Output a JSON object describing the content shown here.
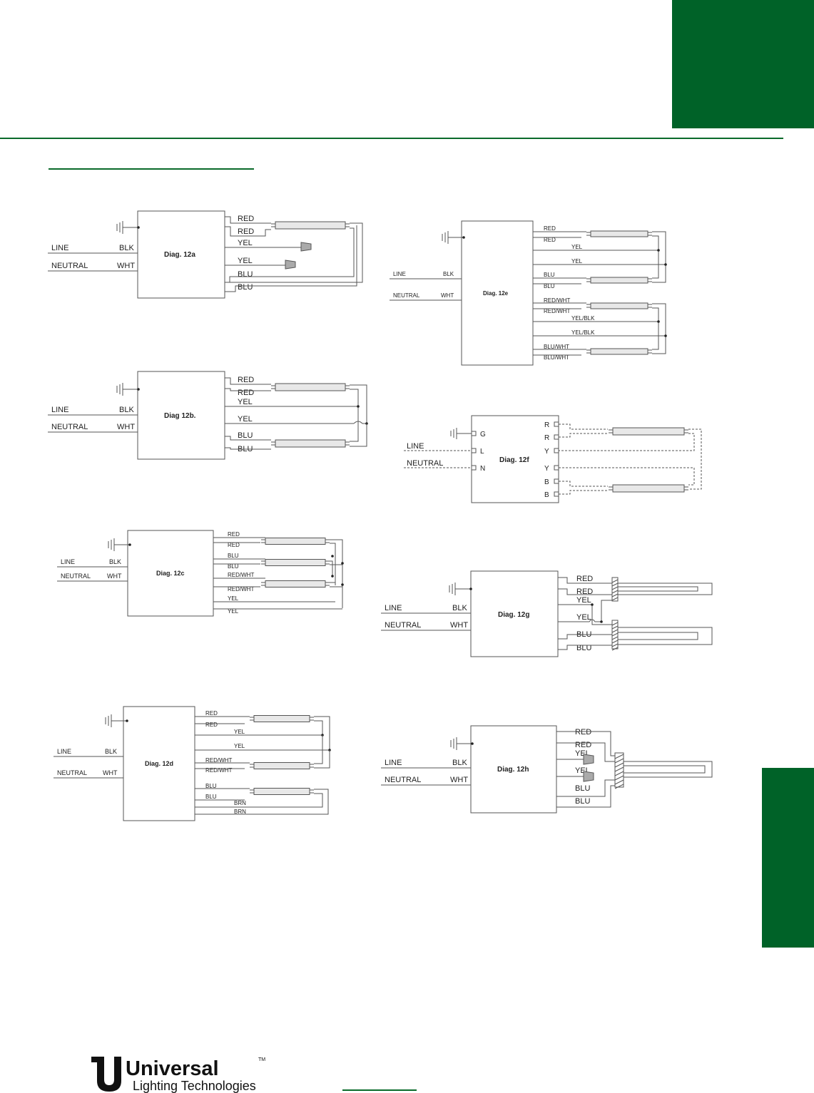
{
  "colors": {
    "brand_green": "#006228",
    "rule_green": "#0a6a2a",
    "wire": "#555555",
    "box": "#555555",
    "tube_fill": "#e8e8e8",
    "socket_fill": "#aaaaaa"
  },
  "diagrams": [
    {
      "id": "12a",
      "title": "Diag. 12a",
      "inputs": [
        "LINE",
        "NEUTRAL"
      ],
      "input_colors": [
        "BLK",
        "WHT"
      ],
      "outputs": [
        "RED",
        "RED",
        "YEL",
        "YEL",
        "BLU",
        "BLU"
      ]
    },
    {
      "id": "12b",
      "title": "Diag 12b.",
      "inputs": [
        "LINE",
        "NEUTRAL"
      ],
      "input_colors": [
        "BLK",
        "WHT"
      ],
      "outputs": [
        "RED",
        "RED",
        "YEL",
        "YEL",
        "BLU",
        "BLU"
      ]
    },
    {
      "id": "12c",
      "title": "Diag. 12c",
      "inputs": [
        "LINE",
        "NEUTRAL"
      ],
      "input_colors": [
        "BLK",
        "WHT"
      ],
      "outputs": [
        "RED",
        "RED",
        "BLU",
        "BLU",
        "RED/WHT",
        "RED/WHT",
        "YEL",
        "YEL"
      ]
    },
    {
      "id": "12d",
      "title": "Diag. 12d",
      "inputs": [
        "LINE",
        "NEUTRAL"
      ],
      "input_colors": [
        "BLK",
        "WHT"
      ],
      "outputs": [
        "RED",
        "RED",
        "YEL",
        "YEL",
        "RED/WHT",
        "RED/WHT",
        "BLU",
        "BLU",
        "BRN",
        "BRN"
      ]
    },
    {
      "id": "12e",
      "title": "Diag. 12e",
      "inputs": [
        "LINE",
        "NEUTRAL"
      ],
      "input_colors": [
        "BLK",
        "WHT"
      ],
      "outputs": [
        "RED",
        "RED",
        "YEL",
        "YEL",
        "BLU",
        "BLU",
        "RED/WHT",
        "RED/WHT",
        "YEL/BLK",
        "YEL/BLK",
        "BLU/WHT",
        "BLU/WHT"
      ]
    },
    {
      "id": "12f",
      "title": "Diag. 12f",
      "inputs": [
        "LINE",
        "NEUTRAL"
      ],
      "terminals_in": [
        "G",
        "L",
        "N"
      ],
      "outputs": [
        "R",
        "R",
        "Y",
        "Y",
        "B",
        "B"
      ]
    },
    {
      "id": "12g",
      "title": "Diag. 12g",
      "inputs": [
        "LINE",
        "NEUTRAL"
      ],
      "input_colors": [
        "BLK",
        "WHT"
      ],
      "outputs": [
        "RED",
        "RED",
        "YEL",
        "YEL",
        "BLU",
        "BLU"
      ]
    },
    {
      "id": "12h",
      "title": "Diag. 12h",
      "inputs": [
        "LINE",
        "NEUTRAL"
      ],
      "input_colors": [
        "BLK",
        "WHT"
      ],
      "outputs": [
        "RED",
        "RED",
        "YEL",
        "YEL",
        "BLU",
        "BLU"
      ]
    }
  ],
  "footer": {
    "brand_name": "Universal",
    "brand_tagline": "Lighting Technologies",
    "trademark": "TM"
  }
}
